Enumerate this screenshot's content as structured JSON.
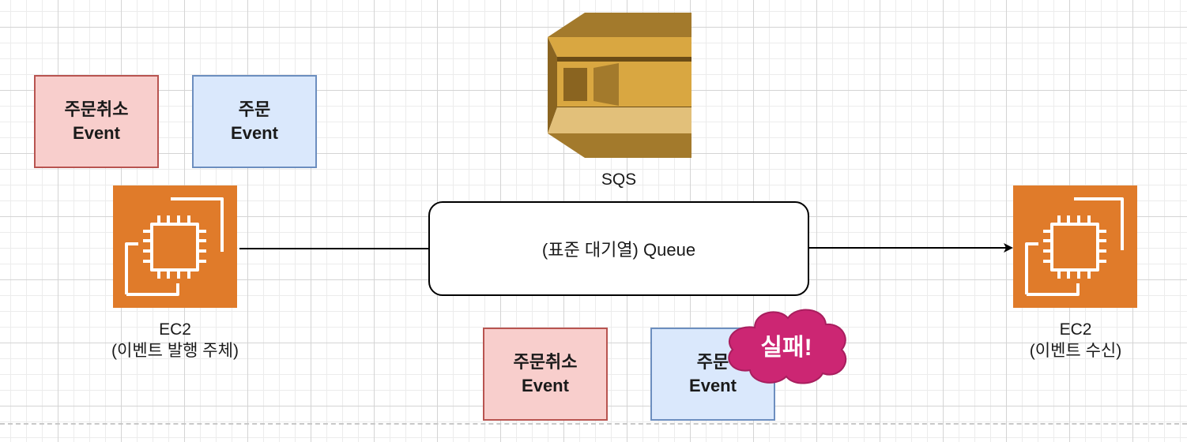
{
  "colors": {
    "ec2_orange": "#e07b2a",
    "sqs_gold": "#d9a741",
    "fail_cloud": "#cc2673",
    "event_red_fill": "#f8cecc",
    "event_blue_fill": "#dae8fc"
  },
  "icons": {
    "producer": "ec2-chip-icon",
    "consumer": "ec2-chip-icon",
    "queue_service": "sqs-icon"
  },
  "producer": {
    "label_line1": "EC2",
    "label_line2": "(이벤트 발행 주체)"
  },
  "consumer": {
    "label_line1": "EC2",
    "label_line2": "(이벤트 수신)"
  },
  "sqs": {
    "label": "SQS"
  },
  "queue": {
    "label": "(표준 대기열) Queue"
  },
  "top_events": [
    {
      "line1": "주문취소",
      "line2": "Event"
    },
    {
      "line1": "주문",
      "line2": "Event"
    }
  ],
  "bottom_events": [
    {
      "line1": "주문취소",
      "line2": "Event"
    },
    {
      "line1": "주문",
      "line2": "Event"
    }
  ],
  "failure": {
    "label": "실패!"
  }
}
